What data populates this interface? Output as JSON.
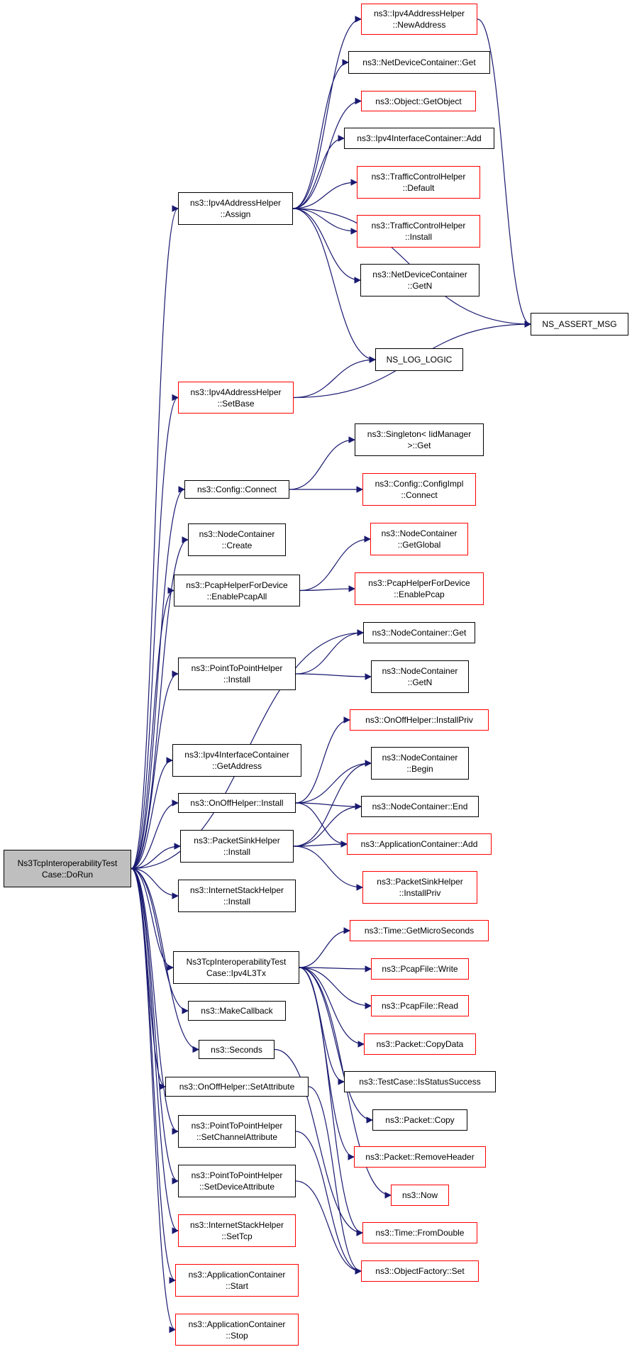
{
  "colors": {
    "edge": "#191970",
    "box_border": "#000000",
    "truncated_border": "#ff0000",
    "root_fill": "#bfbfbf"
  },
  "nodes": {
    "root": {
      "lines": [
        "Ns3TcpInteroperabilityTest",
        "Case::DoRun"
      ],
      "truncated": false
    },
    "assign": {
      "lines": [
        "ns3::Ipv4AddressHelper",
        "::Assign"
      ],
      "truncated": false
    },
    "setbase": {
      "lines": [
        "ns3::Ipv4AddressHelper",
        "::SetBase"
      ],
      "truncated": true
    },
    "cfg_connect": {
      "lines": [
        "ns3::Config::Connect"
      ],
      "truncated": false
    },
    "nc_create": {
      "lines": [
        "ns3::NodeContainer",
        "::Create"
      ],
      "truncated": false
    },
    "pcap_all": {
      "lines": [
        "ns3::PcapHelperForDevice",
        "::EnablePcapAll"
      ],
      "truncated": false
    },
    "p2p_install": {
      "lines": [
        "ns3::PointToPointHelper",
        "::Install"
      ],
      "truncated": false
    },
    "ifc_getaddr": {
      "lines": [
        "ns3::Ipv4InterfaceContainer",
        "::GetAddress"
      ],
      "truncated": false
    },
    "onoff_install": {
      "lines": [
        "ns3::OnOffHelper::Install"
      ],
      "truncated": false
    },
    "sink_install": {
      "lines": [
        "ns3::PacketSinkHelper",
        "::Install"
      ],
      "truncated": false
    },
    "inet_install": {
      "lines": [
        "ns3::InternetStackHelper",
        "::Install"
      ],
      "truncated": false
    },
    "ipv4l3tx": {
      "lines": [
        "Ns3TcpInteroperabilityTest",
        "Case::Ipv4L3Tx"
      ],
      "truncated": false
    },
    "makecb": {
      "lines": [
        "ns3::MakeCallback"
      ],
      "truncated": false
    },
    "seconds": {
      "lines": [
        "ns3::Seconds"
      ],
      "truncated": false
    },
    "onoff_setattr": {
      "lines": [
        "ns3::OnOffHelper::SetAttribute"
      ],
      "truncated": false
    },
    "p2p_setchan": {
      "lines": [
        "ns3::PointToPointHelper",
        "::SetChannelAttribute"
      ],
      "truncated": false
    },
    "p2p_setdev": {
      "lines": [
        "ns3::PointToPointHelper",
        "::SetDeviceAttribute"
      ],
      "truncated": false
    },
    "inet_settcp": {
      "lines": [
        "ns3::InternetStackHelper",
        "::SetTcp"
      ],
      "truncated": true
    },
    "app_start": {
      "lines": [
        "ns3::ApplicationContainer",
        "::Start"
      ],
      "truncated": true
    },
    "app_stop": {
      "lines": [
        "ns3::ApplicationContainer",
        "::Stop"
      ],
      "truncated": true
    },
    "newaddress": {
      "lines": [
        "ns3::Ipv4AddressHelper",
        "::NewAddress"
      ],
      "truncated": true
    },
    "ndc_get": {
      "lines": [
        "ns3::NetDeviceContainer::Get"
      ],
      "truncated": false
    },
    "getobject": {
      "lines": [
        "ns3::Object::GetObject"
      ],
      "truncated": true
    },
    "ifc_add": {
      "lines": [
        "ns3::Ipv4InterfaceContainer::Add"
      ],
      "truncated": false
    },
    "tc_default": {
      "lines": [
        "ns3::TrafficControlHelper",
        "::Default"
      ],
      "truncated": true
    },
    "tc_install": {
      "lines": [
        "ns3::TrafficControlHelper",
        "::Install"
      ],
      "truncated": true
    },
    "ndc_getn": {
      "lines": [
        "ns3::NetDeviceContainer",
        "::GetN"
      ],
      "truncated": false
    },
    "ns_log_logic": {
      "lines": [
        "NS_LOG_LOGIC"
      ],
      "truncated": false
    },
    "ns_assert_msg": {
      "lines": [
        "NS_ASSERT_MSG"
      ],
      "truncated": false
    },
    "singleton_get": {
      "lines": [
        "ns3::Singleton< IidManager",
        ">::Get"
      ],
      "truncated": false
    },
    "cfgimpl_connect": {
      "lines": [
        "ns3::Config::ConfigImpl",
        "::Connect"
      ],
      "truncated": true
    },
    "nc_getglobal": {
      "lines": [
        "ns3::NodeContainer",
        "::GetGlobal"
      ],
      "truncated": true
    },
    "enablepcap": {
      "lines": [
        "ns3::PcapHelperForDevice",
        "::EnablePcap"
      ],
      "truncated": true
    },
    "nc_get": {
      "lines": [
        "ns3::NodeContainer::Get"
      ],
      "truncated": false
    },
    "nc_getn": {
      "lines": [
        "ns3::NodeContainer",
        "::GetN"
      ],
      "truncated": false
    },
    "installpriv": {
      "lines": [
        "ns3::OnOffHelper::InstallPriv"
      ],
      "truncated": true
    },
    "nc_begin": {
      "lines": [
        "ns3::NodeContainer",
        "::Begin"
      ],
      "truncated": false
    },
    "nc_end": {
      "lines": [
        "ns3::NodeContainer::End"
      ],
      "truncated": false
    },
    "appc_add": {
      "lines": [
        "ns3::ApplicationContainer::Add"
      ],
      "truncated": true
    },
    "sink_installpriv": {
      "lines": [
        "ns3::PacketSinkHelper",
        "::InstallPriv"
      ],
      "truncated": true
    },
    "getmicro": {
      "lines": [
        "ns3::Time::GetMicroSeconds"
      ],
      "truncated": true
    },
    "pcap_write": {
      "lines": [
        "ns3::PcapFile::Write"
      ],
      "truncated": true
    },
    "pcap_read": {
      "lines": [
        "ns3::PcapFile::Read"
      ],
      "truncated": true
    },
    "copydata": {
      "lines": [
        "ns3::Packet::CopyData"
      ],
      "truncated": true
    },
    "isstatus": {
      "lines": [
        "ns3::TestCase::IsStatusSuccess"
      ],
      "truncated": false
    },
    "pkt_copy": {
      "lines": [
        "ns3::Packet::Copy"
      ],
      "truncated": false
    },
    "removeheader": {
      "lines": [
        "ns3::Packet::RemoveHeader"
      ],
      "truncated": true
    },
    "now": {
      "lines": [
        "ns3::Now"
      ],
      "truncated": true
    },
    "fromdouble": {
      "lines": [
        "ns3::Time::FromDouble"
      ],
      "truncated": true
    },
    "of_set": {
      "lines": [
        "ns3::ObjectFactory::Set"
      ],
      "truncated": true
    }
  },
  "edges": [
    [
      "root",
      "assign"
    ],
    [
      "root",
      "setbase"
    ],
    [
      "root",
      "cfg_connect"
    ],
    [
      "root",
      "nc_create"
    ],
    [
      "root",
      "pcap_all"
    ],
    [
      "root",
      "nc_get"
    ],
    [
      "root",
      "p2p_install"
    ],
    [
      "root",
      "ifc_getaddr"
    ],
    [
      "root",
      "onoff_install"
    ],
    [
      "root",
      "sink_install"
    ],
    [
      "root",
      "inet_install"
    ],
    [
      "root",
      "ipv4l3tx"
    ],
    [
      "root",
      "makecb"
    ],
    [
      "root",
      "seconds"
    ],
    [
      "root",
      "onoff_setattr"
    ],
    [
      "root",
      "p2p_setchan"
    ],
    [
      "root",
      "p2p_setdev"
    ],
    [
      "root",
      "inet_settcp"
    ],
    [
      "root",
      "app_start"
    ],
    [
      "root",
      "app_stop"
    ],
    [
      "assign",
      "newaddress"
    ],
    [
      "assign",
      "ndc_get"
    ],
    [
      "assign",
      "getobject"
    ],
    [
      "assign",
      "ifc_add"
    ],
    [
      "assign",
      "tc_default"
    ],
    [
      "assign",
      "tc_install"
    ],
    [
      "assign",
      "ndc_getn"
    ],
    [
      "assign",
      "ns_assert_msg"
    ],
    [
      "assign",
      "ns_log_logic"
    ],
    [
      "newaddress",
      "ns_assert_msg"
    ],
    [
      "setbase",
      "ns_log_logic"
    ],
    [
      "setbase",
      "ns_assert_msg"
    ],
    [
      "cfg_connect",
      "singleton_get"
    ],
    [
      "cfg_connect",
      "cfgimpl_connect"
    ],
    [
      "pcap_all",
      "nc_getglobal"
    ],
    [
      "pcap_all",
      "enablepcap"
    ],
    [
      "p2p_install",
      "nc_get"
    ],
    [
      "p2p_install",
      "nc_getn"
    ],
    [
      "onoff_install",
      "installpriv"
    ],
    [
      "onoff_install",
      "nc_begin"
    ],
    [
      "onoff_install",
      "nc_end"
    ],
    [
      "onoff_install",
      "appc_add"
    ],
    [
      "sink_install",
      "nc_begin"
    ],
    [
      "sink_install",
      "nc_end"
    ],
    [
      "sink_install",
      "appc_add"
    ],
    [
      "sink_install",
      "sink_installpriv"
    ],
    [
      "ipv4l3tx",
      "getmicro"
    ],
    [
      "ipv4l3tx",
      "pcap_write"
    ],
    [
      "ipv4l3tx",
      "pcap_read"
    ],
    [
      "ipv4l3tx",
      "copydata"
    ],
    [
      "ipv4l3tx",
      "isstatus"
    ],
    [
      "ipv4l3tx",
      "pkt_copy"
    ],
    [
      "ipv4l3tx",
      "removeheader"
    ],
    [
      "ipv4l3tx",
      "now"
    ],
    [
      "ipv4l3tx",
      "fromdouble"
    ],
    [
      "seconds",
      "fromdouble"
    ],
    [
      "onoff_setattr",
      "of_set"
    ],
    [
      "p2p_setchan",
      "of_set"
    ],
    [
      "p2p_setdev",
      "of_set"
    ]
  ]
}
